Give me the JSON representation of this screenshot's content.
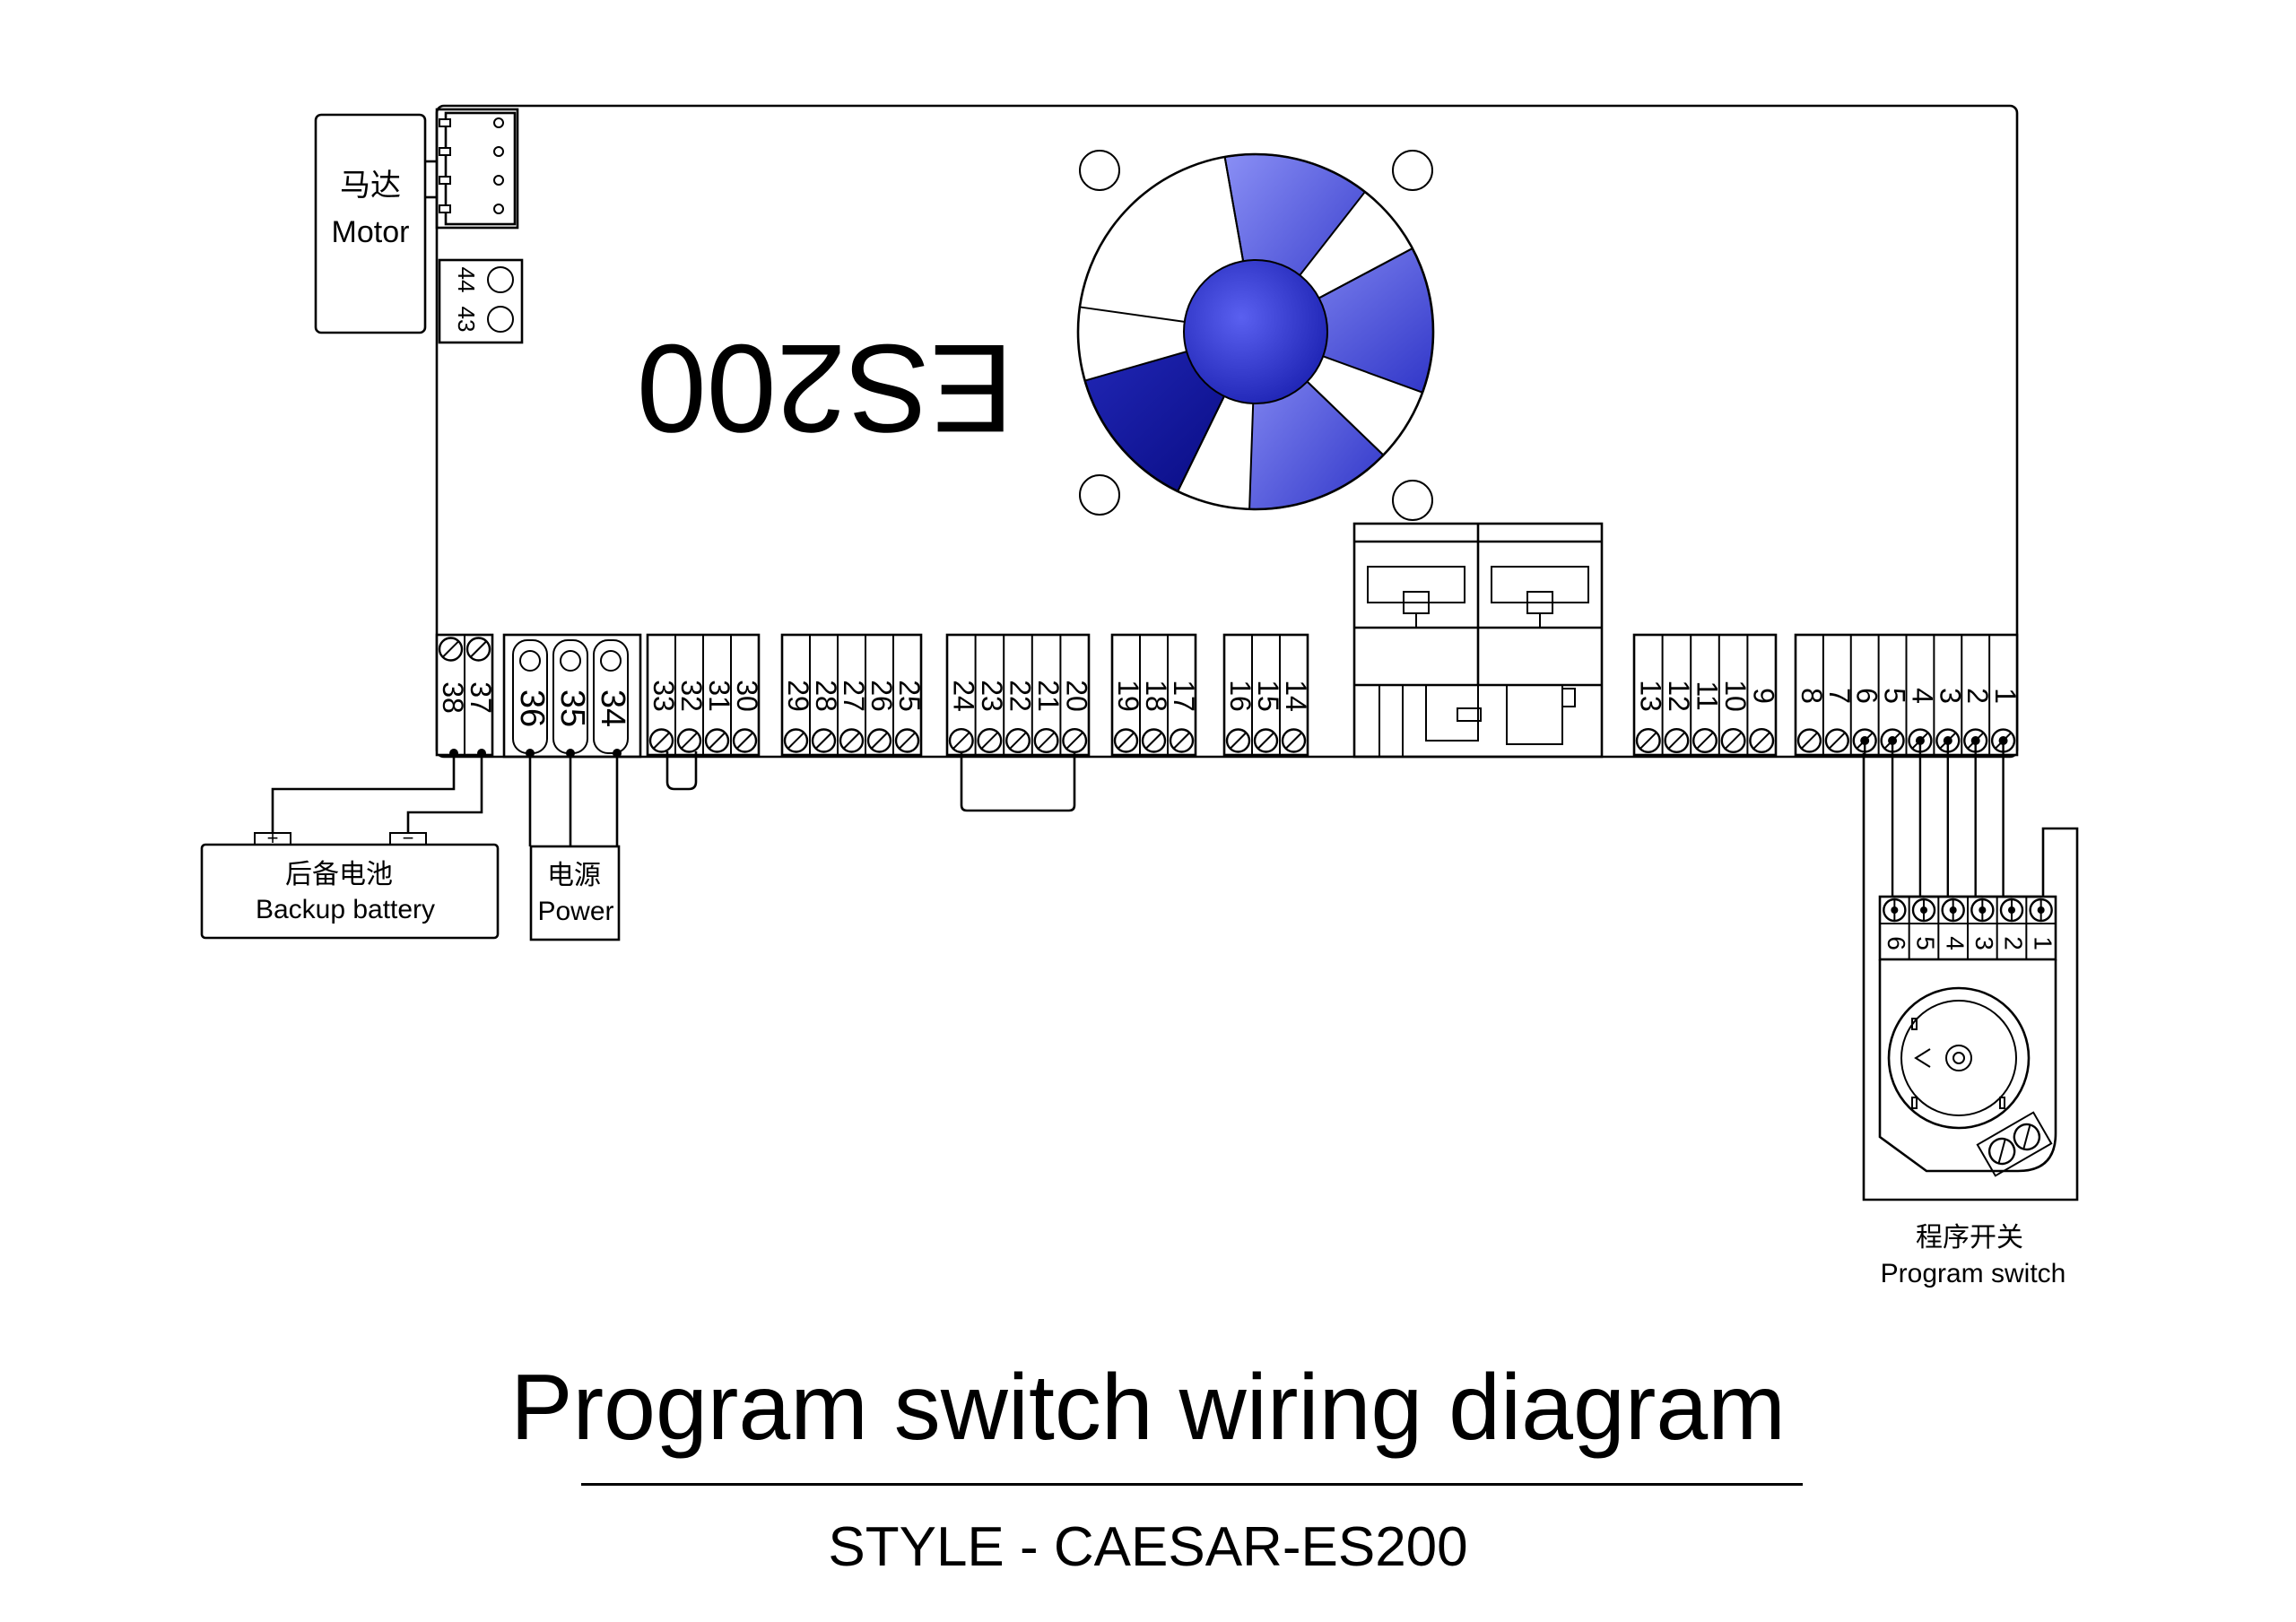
{
  "board": {
    "model_label": "ES200"
  },
  "motor": {
    "label_cn": "马达",
    "label_en": "Motor",
    "terminals": [
      "44",
      "43"
    ]
  },
  "terminals": {
    "group_38_37": [
      "38",
      "37"
    ],
    "group_power": [
      "36",
      "35",
      "34"
    ],
    "group_33_30": [
      "33",
      "32",
      "31",
      "30"
    ],
    "group_29_25": [
      "29",
      "28",
      "27",
      "26",
      "25"
    ],
    "group_24_20": [
      "24",
      "23",
      "22",
      "21",
      "20"
    ],
    "group_19_17": [
      "19",
      "18",
      "17"
    ],
    "group_16_14": [
      "16",
      "15",
      "14"
    ],
    "group_13_9": [
      "13",
      "12",
      "11",
      "10",
      "9"
    ],
    "group_8_1": [
      "8",
      "7",
      "6",
      "5",
      "4",
      "3",
      "2",
      "1"
    ]
  },
  "battery": {
    "label_cn": "后备电池",
    "label_en": "Backup battery",
    "plus": "+",
    "minus": "−"
  },
  "power": {
    "label_cn": "电源",
    "label_en": "Power"
  },
  "program_switch": {
    "label_cn": "程序开关",
    "label_en": "Program switch",
    "terminals": [
      "6",
      "5",
      "4",
      "3",
      "2",
      "1"
    ]
  },
  "colors": {
    "fan_blade_light": "#6f74f0",
    "fan_blade_dark": "#0a0f9a",
    "fan_hub": "#3c42d8",
    "line": "#000000"
  },
  "title": "Program switch wiring diagram",
  "subtitle": "STYLE - CAESAR-ES200"
}
